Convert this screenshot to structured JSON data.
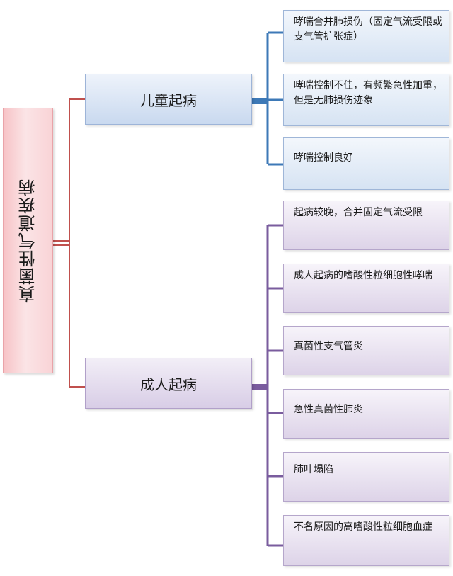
{
  "root": {
    "label": "真菌性气道疾病"
  },
  "categories": [
    {
      "label": "儿童起病",
      "items": [
        "哮喘合并肺损伤（固定气流受限或支气管扩张症）",
        "哮喘控制不佳，有频繁急性加重，但是无肺损伤迹象",
        "哮喘控制良好"
      ]
    },
    {
      "label": "成人起病",
      "items": [
        "起病较晚，合并固定气流受限",
        "成人起病的嗜酸性粒细胞性哮喘",
        "真菌性支气管炎",
        "急性真菌性肺炎",
        "肺叶塌陷",
        "不名原因的高嗜酸性粒细胞血症"
      ]
    }
  ],
  "colors": {
    "root_line": "#c0504d",
    "child_line": "#3d79b7",
    "adult_line": "#7a5c9e"
  }
}
